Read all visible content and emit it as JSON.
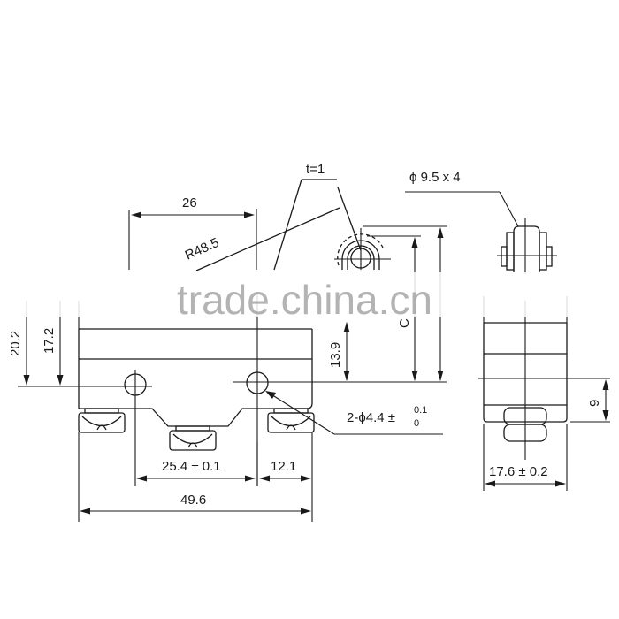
{
  "diagram": {
    "type": "engineering-dimension-drawing",
    "subject": "Roller lever micro switch",
    "colors": {
      "line": "#1a1a1a",
      "watermark": "#9a9a9a",
      "background": "#ffffff"
    },
    "front_view": {
      "dimensions": {
        "lever_offset": "26",
        "lever_radius": "R48.5",
        "lever_thickness": "t=1",
        "overall_height": "20.2",
        "body_height": "17.2",
        "hole_to_top": "13.9",
        "roller_height_label": "C",
        "mounting_holes": "2-ϕ4.4 ±",
        "mounting_holes_tol_upper": "0.1",
        "mounting_holes_tol_lower": "0",
        "hole_spacing": "25.4 ± 0.1",
        "hole_to_edge": "12.1",
        "overall_length": "49.6"
      }
    },
    "side_view": {
      "dimensions": {
        "roller_size": "ϕ 9.5 x 4",
        "hole_to_bottom": "9",
        "width": "17.6 ± 0.2"
      }
    },
    "watermark": "trade.china.cn"
  }
}
